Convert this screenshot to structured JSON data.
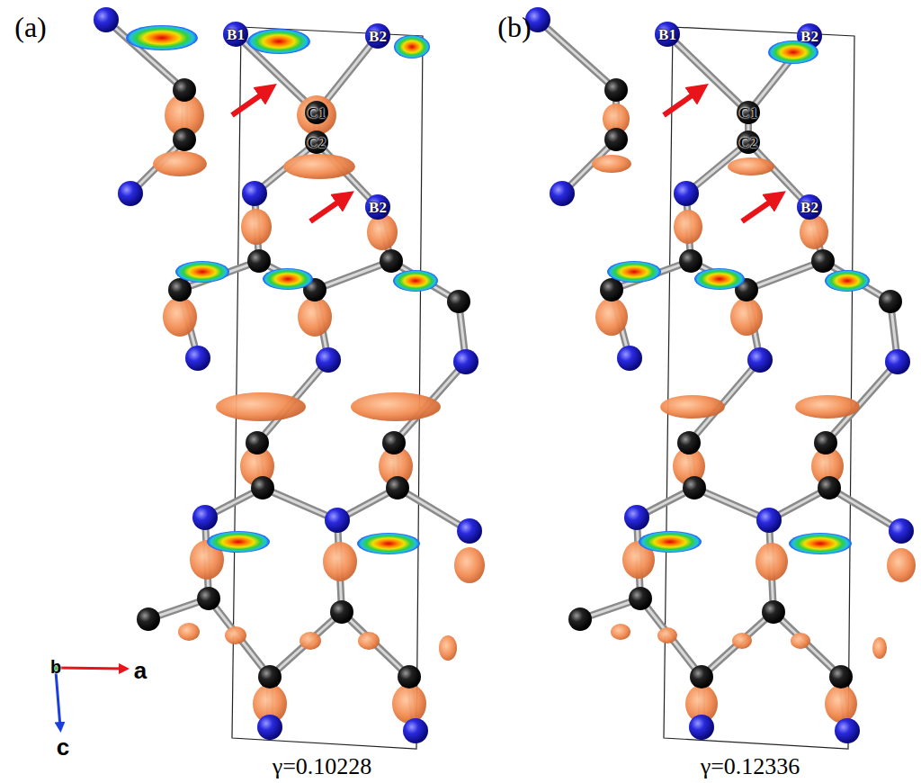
{
  "diagram": {
    "labels": [
      "(a)",
      "B1",
      "B2",
      "C1",
      "C2",
      "B2",
      "(b)",
      "B1",
      "B2",
      "C1",
      "C2",
      "B2",
      "b",
      "a",
      "c",
      "γ=0.10228",
      "γ=0.12336"
    ]
  }
}
